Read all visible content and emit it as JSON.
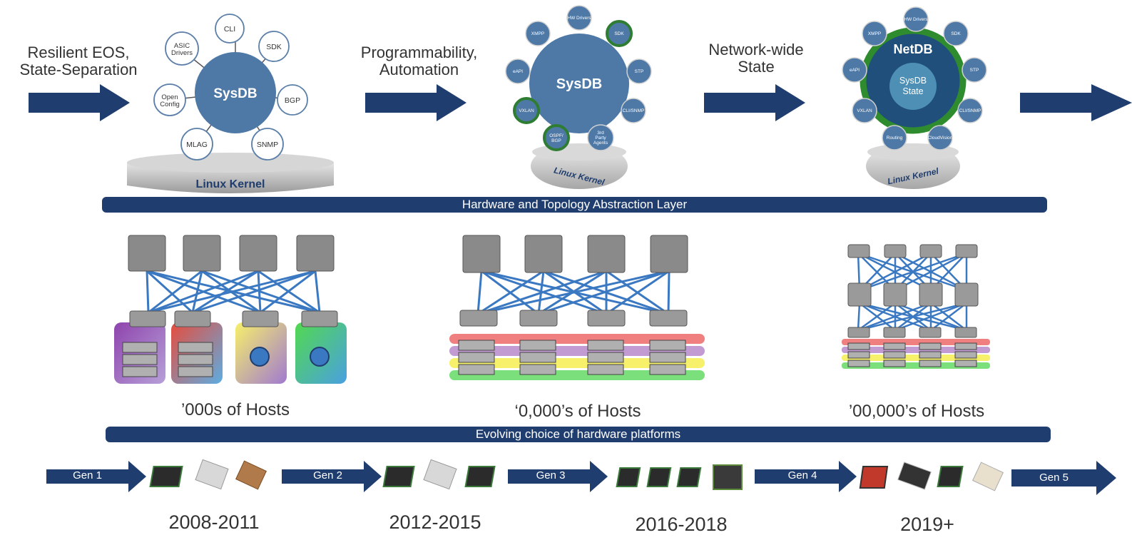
{
  "stages": [
    {
      "caption_lines": [
        "Resilient EOS,",
        "State-Separation"
      ]
    },
    {
      "caption_lines": [
        "Programmability,",
        "Automation"
      ]
    },
    {
      "caption_lines": [
        "Network-wide",
        "State"
      ]
    }
  ],
  "eos1": {
    "core": "SysDB",
    "base": "Linux Kernel",
    "nodes": [
      "CLI",
      "SDK",
      "BGP",
      "SNMP",
      "MLAG",
      "Open Config",
      "ASIC Drivers"
    ]
  },
  "eos2": {
    "core": "SysDB",
    "base": "Linux Kernel",
    "nodes": [
      "HW Drivers",
      "SDK",
      "STP",
      "CLI/SNMP",
      "3rd Party Agents",
      "OSPF/ BGP",
      "VXLAN",
      "eAPI",
      "XMPP"
    ]
  },
  "eos3": {
    "ring": "NetDB",
    "core_lines": [
      "SysDB",
      "State"
    ],
    "base": "Linux Kernel",
    "nodes": [
      "HW Drivers",
      "SDK",
      "STP",
      "CLI/SNMP",
      "CloudVision",
      "Routing",
      "VXLAN",
      "eAPI",
      "XMPP"
    ]
  },
  "banners": {
    "hal": "Hardware and Topology Abstraction Layer",
    "platforms": "Evolving choice of hardware platforms"
  },
  "hosts": [
    "’000s of Hosts",
    "‘0,000’s of Hosts",
    "’00,000’s of Hosts"
  ],
  "generations": [
    "Gen 1",
    "Gen 2",
    "Gen 3",
    "Gen 4",
    "Gen 5"
  ],
  "years": [
    "2008-2011",
    "2012-2015",
    "2016-2018",
    "2019+"
  ],
  "colors": {
    "arrow": "#1f3d6e",
    "sysdb": "#4e79a7",
    "node_border": "#5b7fa8",
    "highlight": "#2e7d32",
    "link": "#3a78c2"
  }
}
